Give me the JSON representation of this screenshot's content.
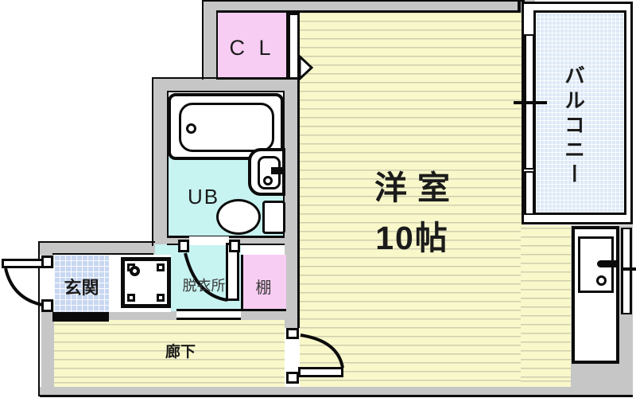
{
  "rooms": {
    "main": {
      "line1": "洋室",
      "line2": "10帖"
    },
    "balcony": {
      "label": "バルコニー"
    },
    "closet": {
      "label": "C L"
    },
    "unit_bath": {
      "label": "UB"
    },
    "entrance": {
      "label": "玄関"
    },
    "dressing_room": {
      "label": "脱衣所"
    },
    "shelf": {
      "label": "棚"
    },
    "corridor": {
      "label": "廊下"
    }
  },
  "palette": {
    "floor_yellow": "#f8f8cb",
    "floor_stripe": "#cfceae",
    "wall_gray": "#c6c6c6",
    "wet_area_cyan": "#c7f3f1",
    "closet_pink": "#f7cdf3",
    "balcony_blue": "#dce8f6",
    "entrance_tile_blue": "#c8d7f1",
    "outline_black": "#0b0b0b"
  }
}
